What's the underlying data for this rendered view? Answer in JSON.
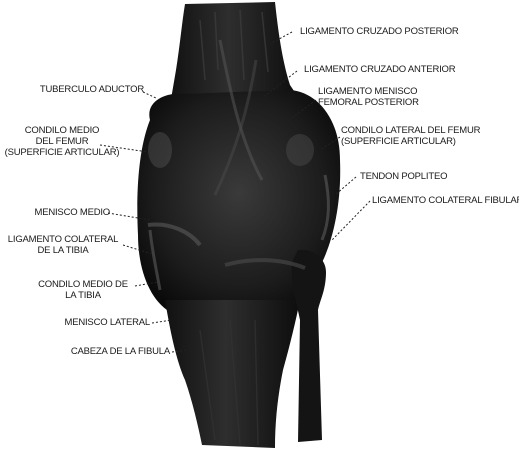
{
  "labels": {
    "ligamento_cruzado_posterior": "LIGAMENTO CRUZADO POSTERIOR",
    "ligamento_cruzado_anterior": "LIGAMENTO CRUZADO ANTERIOR",
    "tuberculo_aductor": "TUBERCULO ADUCTOR",
    "ligamento_menisco_femoral": [
      "LIGAMENTO MENISCO",
      "FEMORAL POSTERIOR"
    ],
    "condilo_medio_femur": [
      "CONDILO MEDIO",
      "DEL FEMUR",
      "(SUPERFICIE ARTICULAR)"
    ],
    "condilo_lateral_femur": [
      "CONDILO LATERAL DEL FEMUR",
      "(SUPERFICIE ARTICULAR)"
    ],
    "tendon_popliteo": "TENDON POPLITEO",
    "menisco_medio": "MENISCO MEDIO",
    "ligamento_colateral_fibular": "LIGAMENTO COLATERAL FIBULAR",
    "ligamento_colateral_tibia": [
      "LIGAMENTO COLATERAL",
      "DE LA TIBIA"
    ],
    "condilo_medio_tibia": [
      "CONDILO MEDIO DE",
      "LA TIBIA"
    ],
    "menisco_lateral": "MENISCO LATERAL",
    "cabeza_perone": "CABEZA DE LA FIBULA"
  }
}
